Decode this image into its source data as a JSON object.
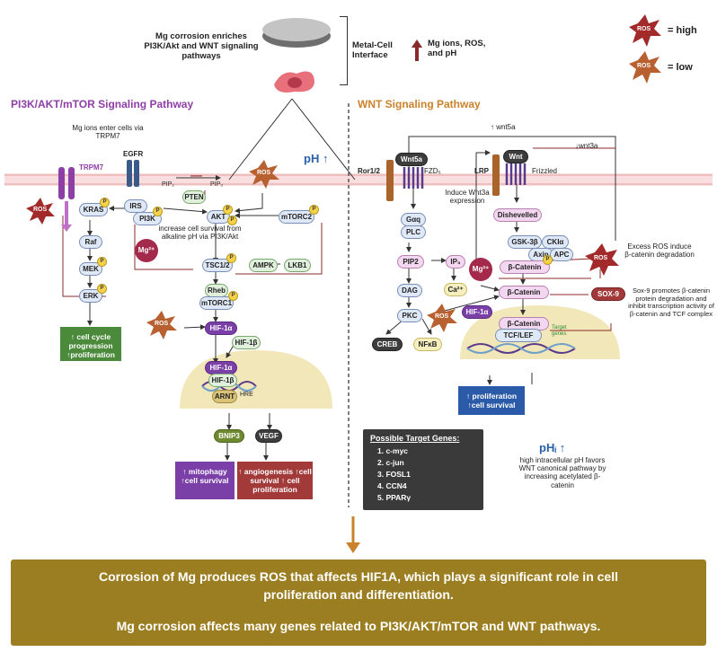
{
  "header": {
    "mg_corrosion": "Mg corrosion enriches PI3K/Akt and WNT signaling pathways",
    "interface": "Metal-Cell Interface",
    "ions": "Mg ions, ROS, and pH",
    "ros": "ROS",
    "high": "= high",
    "low": "= low"
  },
  "left": {
    "title": "PI3K/AKT/mTOR Signaling Pathway",
    "mg_enter": "Mg ions enter cells via TRPM7",
    "trpm7": "TRPM7",
    "egfr": "EGFR",
    "pip2": "PIP₂",
    "pip3": "PIP₃",
    "pten": "PTEN",
    "ros": "ROS",
    "kras": "KRAS",
    "irs": "IRS",
    "pi3k": "PI3K",
    "akt": "AKT",
    "mtorc2": "mTORC2",
    "raf": "Raf",
    "mek": "MEK",
    "erk": "ERK",
    "mg2": "Mg²⁺",
    "increase": "increase cell survival from alkaline pH via PI3K/Akt",
    "tsc": "TSC1/2",
    "ampk": "AMPK",
    "lkb1": "LKB1",
    "rheb": "Rheb",
    "mtorc1": "mTORC1",
    "hif1a": "HIF-1α",
    "hif1b": "HIF-1β",
    "arnt": "ARNT",
    "hre": "HRE",
    "cell_cycle": "↑ cell cycle progression ↑proliferation",
    "bnip3": "BNIP3",
    "vegf": "VEGF",
    "mitophagy": "↑ mitophagy ↑cell survival",
    "angio": "↑ angiogenesis ↑cell survival ↑ cell proliferation",
    "ph": "pH ↑",
    "p": "P"
  },
  "right": {
    "title": "WNT Signaling Pathway",
    "wnt5a_up": "↑ wnt5a",
    "wnt3a_down": "↓wnt3a",
    "ror": "Ror1/2",
    "wnt5a": "Wnt5a",
    "fzd": "FZD₅",
    "lrp": "LRP",
    "wnt": "Wnt",
    "frizzled": "Frizzled",
    "induce": "Induce Wnt3a expression",
    "gaq": "Gαq",
    "plc": "PLC",
    "dishevelled": "Dishevelled",
    "gsk": "GSK-3β",
    "cki": "CKIα",
    "axin": "Axin",
    "apc": "APC",
    "pip2": "PIP2",
    "ip3": "IP₃",
    "ca": "Ca²⁺",
    "dag": "DAG",
    "pkc": "PKC",
    "creb": "CREB",
    "nfkb": "NFκB",
    "mg2": "Mg²⁺",
    "ros": "ROS",
    "hif1a": "HIF-1α",
    "bcat": "β-Catenin",
    "tcf": "TCF/LEF",
    "target": "Target genes",
    "excess": "Excess ROS induce β-catenin degradation",
    "sox9": "SOX-9",
    "sox9_text": "Sox-9 promotes β-catenin protein degradation and inhibit transcription activity of β-catenin and TCF complex",
    "prolif": "↑ proliferation ↑cell survival",
    "possible": "Possible Target Genes:",
    "genes": [
      "1.  c-myc",
      "2.  c-jun",
      "3.  FOSL1",
      "4.  CCN4",
      "5.  PPARγ"
    ],
    "phi": "pHᵢ ↑",
    "phi_text": "high intracellular pH favors WNT canonical pathway by increasing acetylated β-catenin"
  },
  "summary": {
    "line1": "Corrosion of Mg produces ROS that affects HIF1A, which plays a significant role in cell proliferation and differentiation.",
    "line2": "Mg corrosion affects many genes related to PI3K/AKT/mTOR and WNT pathways."
  }
}
